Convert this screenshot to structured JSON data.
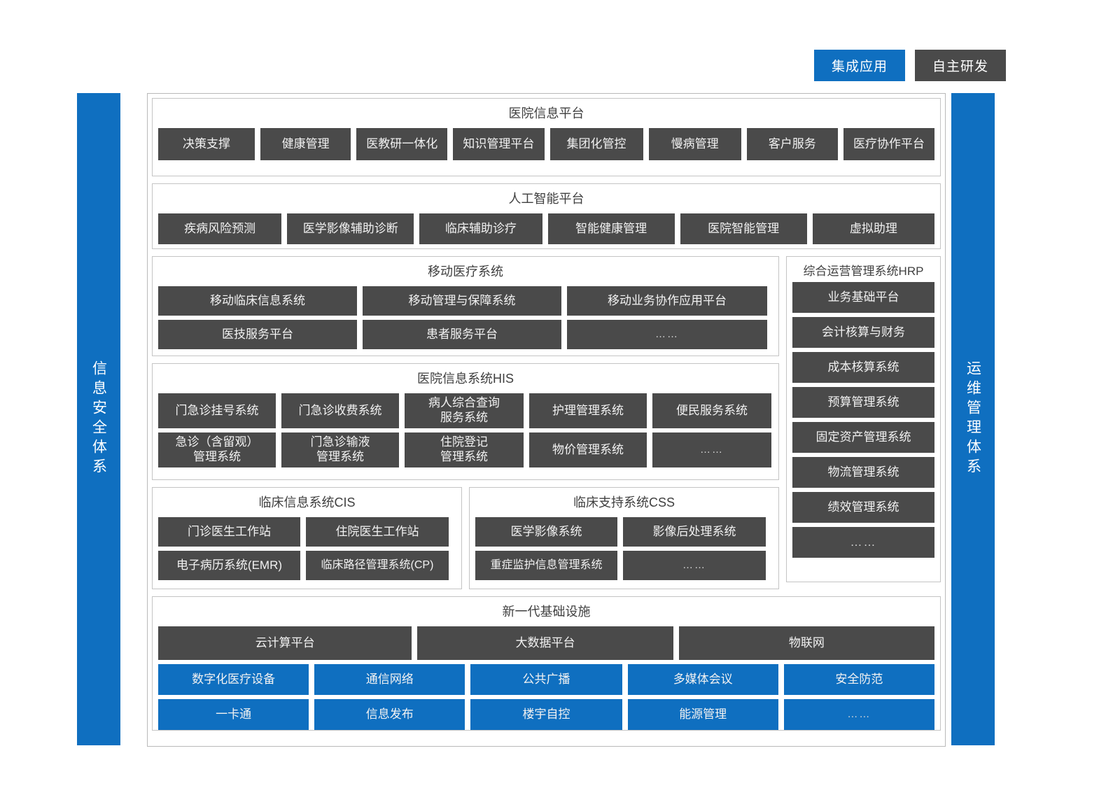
{
  "legend": {
    "integrated_label": "集成应用",
    "self_developed_label": "自主研发",
    "integrated_color": "#0f6fc0",
    "self_developed_color": "#4a4a4a"
  },
  "rails": {
    "left": "信息安全体系",
    "right": "运维管理体系"
  },
  "hospital_info_platform": {
    "title": "医院信息平台",
    "items": [
      "决策支撑",
      "健康管理",
      "医教研一体化",
      "知识管理平台",
      "集团化管控",
      "慢病管理",
      "客户服务",
      "医疗协作平台"
    ]
  },
  "ai_platform": {
    "title": "人工智能平台",
    "items": [
      "疾病风险预测",
      "医学影像辅助诊断",
      "临床辅助诊疗",
      "智能健康管理",
      "医院智能管理",
      "虚拟助理"
    ]
  },
  "mobile_medical": {
    "title": "移动医疗系统",
    "row1": [
      "移动临床信息系统",
      "移动管理与保障系统",
      "移动业务协作应用平台"
    ],
    "row2": [
      "医技服务平台",
      "患者服务平台",
      "……"
    ]
  },
  "his": {
    "title": "医院信息系统HIS",
    "row1": [
      "门急诊挂号系统",
      "门急诊收费系统",
      "病人综合查询\n服务系统",
      "护理管理系统",
      "便民服务系统"
    ],
    "row2": [
      "急诊（含留观）\n管理系统",
      "门急诊输液\n管理系统",
      "住院登记\n管理系统",
      "物价管理系统",
      "……"
    ]
  },
  "cis": {
    "title": "临床信息系统CIS",
    "row1": [
      "门诊医生工作站",
      "住院医生工作站"
    ],
    "row2": [
      "电子病历系统(EMR)",
      "临床路径管理系统(CP)"
    ]
  },
  "css": {
    "title": "临床支持系统CSS",
    "row1": [
      "医学影像系统",
      "影像后处理系统"
    ],
    "row2": [
      "重症监护信息管理系统",
      "……"
    ]
  },
  "hrp": {
    "title": "综合运营管理系统HRP",
    "items": [
      "业务基础平台",
      "会计核算与财务",
      "成本核算系统",
      "预算管理系统",
      "固定资产管理系统",
      "物流管理系统",
      "绩效管理系统",
      "……"
    ]
  },
  "infrastructure": {
    "title": "新一代基础设施",
    "row1": [
      "云计算平台",
      "大数据平台",
      "物联网"
    ],
    "row2": [
      "数字化医疗设备",
      "通信网络",
      "公共广播",
      "多媒体会议",
      "安全防范"
    ],
    "row3": [
      "一卡通",
      "信息发布",
      "楼宇自控",
      "能源管理",
      "……"
    ]
  }
}
